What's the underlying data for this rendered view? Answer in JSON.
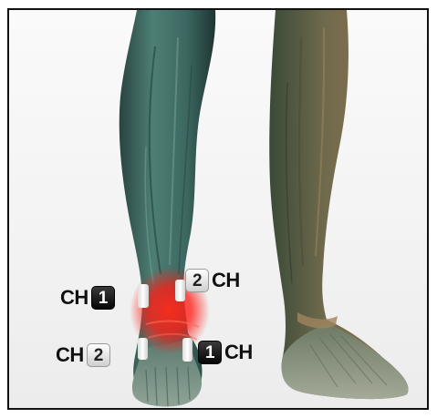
{
  "labels": {
    "ch1_left": {
      "prefix": "CH",
      "number": "1",
      "style": "dark"
    },
    "ch2_right": {
      "number": "2",
      "suffix": "CH",
      "style": "light"
    },
    "ch2_left": {
      "prefix": "CH",
      "number": "2",
      "style": "light"
    },
    "ch1_right": {
      "number": "1",
      "suffix": "CH",
      "style": "dark"
    }
  },
  "colors": {
    "muscle_teal": "#3f6a63",
    "skin_tan": "#9b7a55",
    "pain_red": "#ff1a14",
    "electrode_white": "#f4f4f4",
    "frame": "#111111"
  }
}
